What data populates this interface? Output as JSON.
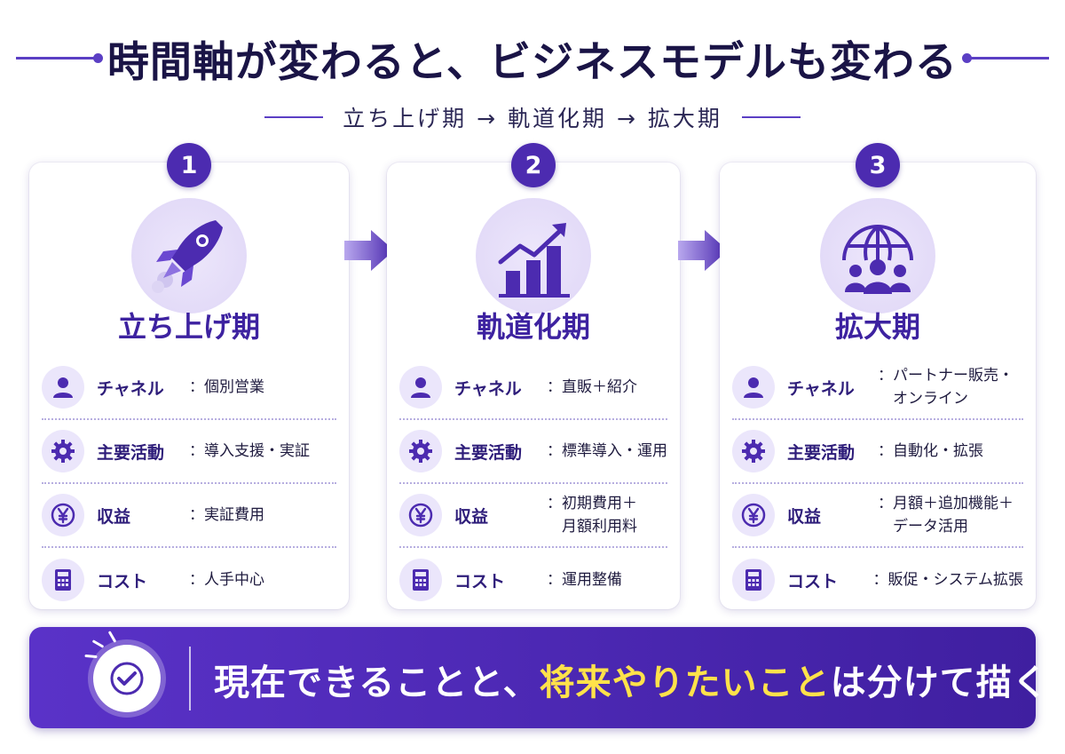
{
  "title": "時間軸が変わると、ビジネスモデルも変わる",
  "subtitle": "立ち上げ期 → 軌道化期 → 拡大期",
  "phases": [
    {
      "step": "1",
      "name": "立ち上げ期",
      "hero_icon": "rocket-icon",
      "rows": [
        {
          "label": "チャネル",
          "icon": "person-icon",
          "value_lines": [
            "：個別営業"
          ]
        },
        {
          "label": "主要活動",
          "icon": "gear-icon",
          "value_lines": [
            "：導入支援・実証"
          ]
        },
        {
          "label": "収益",
          "icon": "yen-icon",
          "value_lines": [
            "：実証費用"
          ]
        },
        {
          "label": "コスト",
          "icon": "calculator-icon",
          "value_lines": [
            "：人手中心"
          ]
        }
      ]
    },
    {
      "step": "2",
      "name": "軌道化期",
      "hero_icon": "growth-chart-icon",
      "rows": [
        {
          "label": "チャネル",
          "icon": "person-icon",
          "value_lines": [
            "：直販＋紹介"
          ]
        },
        {
          "label": "主要活動",
          "icon": "gear-icon",
          "value_lines": [
            "：標準導入・運用"
          ]
        },
        {
          "label": "収益",
          "icon": "yen-icon",
          "value_lines": [
            "：初期費用＋",
            "　月額利用料"
          ]
        },
        {
          "label": "コスト",
          "icon": "calculator-icon",
          "value_lines": [
            "：運用整備"
          ]
        }
      ]
    },
    {
      "step": "3",
      "name": "拡大期",
      "hero_icon": "globe-people-icon",
      "rows": [
        {
          "label": "チャネル",
          "icon": "person-icon",
          "value_lines": [
            "：パートナー販売・",
            "　オンライン"
          ]
        },
        {
          "label": "主要活動",
          "icon": "gear-icon",
          "value_lines": [
            "：自動化・拡張"
          ]
        },
        {
          "label": "収益",
          "icon": "yen-icon",
          "value_lines": [
            "：月額＋追加機能＋",
            "　データ活用"
          ]
        },
        {
          "label": "コスト",
          "icon": "calculator-icon",
          "value_lines": [
            "：販促・システム拡張"
          ]
        }
      ]
    }
  ],
  "banner": {
    "text_before": "現在できることと、",
    "text_highlight": "将来やりたいこと",
    "text_after": "は分けて描く"
  },
  "colors": {
    "accent": "#4c2bb0",
    "title": "#1a1446",
    "highlight": "#ffe24a",
    "banner_start": "#5a32c8",
    "banner_end": "#3f1fa0"
  }
}
